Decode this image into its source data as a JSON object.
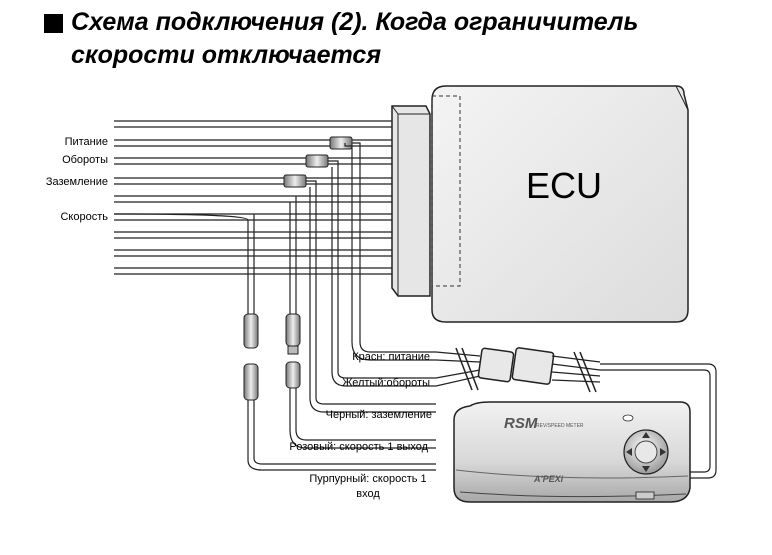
{
  "title": {
    "line1": "Схема подключения (2). Когда ограничитель",
    "line2": "скорости отключается"
  },
  "ecu": {
    "label": "ECU"
  },
  "left_labels": {
    "power": "Питание",
    "rpm": "Обороты",
    "ground": "Заземление",
    "speed": "Скорость"
  },
  "wire_labels": {
    "red": "Красн: питание",
    "yellow": "Желтый:обороты",
    "black": "Черный: заземление",
    "pink": "Розовый: скорость 1 выход",
    "purple_line1": "Пурпурный: скорость 1",
    "purple_line2": "вход"
  },
  "device": {
    "model_logo": "RSM",
    "subtitle": "REV/SPEED METER",
    "brand": "A'PEXi"
  }
}
